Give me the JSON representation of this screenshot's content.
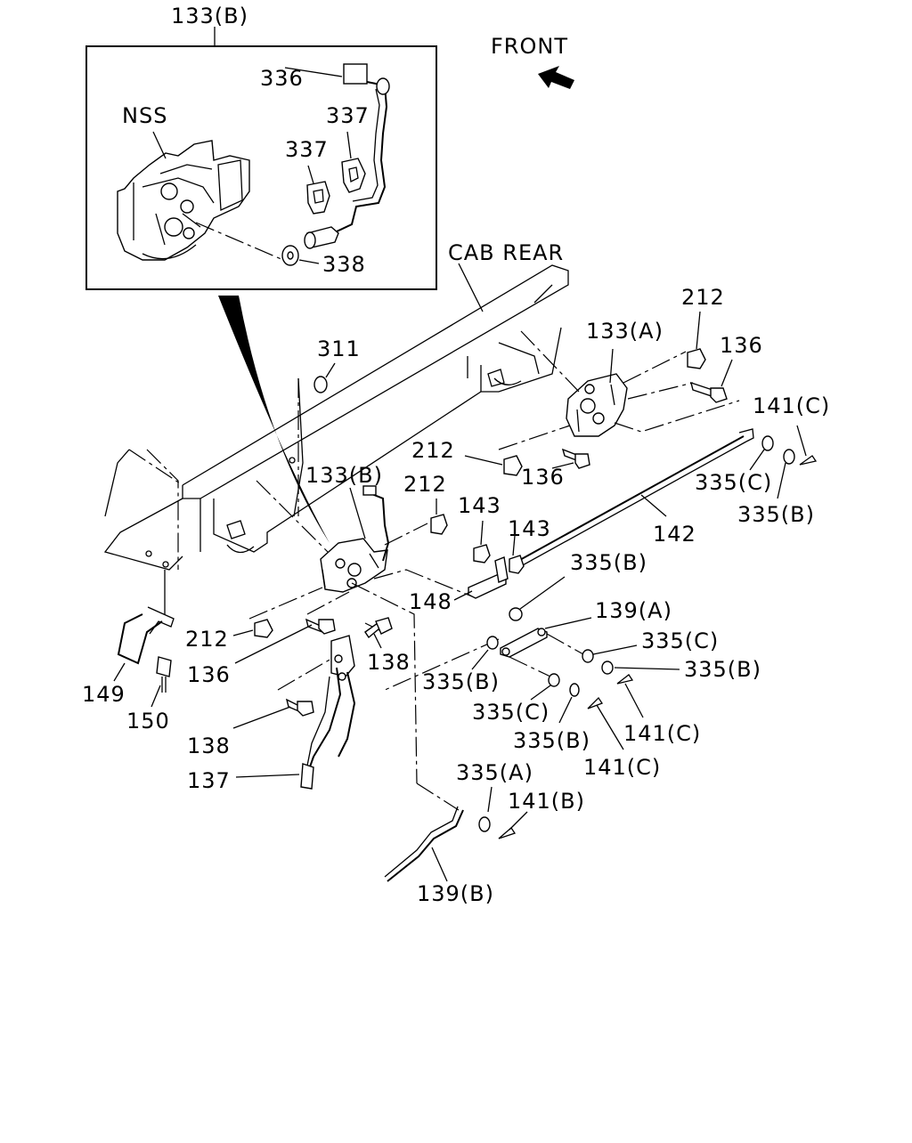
{
  "labels": {
    "inset_title": "133(B)",
    "front": "FRONT",
    "cab_rear": "CAB REAR",
    "nss": "NSS",
    "p336": "336",
    "p337a": "337",
    "p337b": "337",
    "p338": "338",
    "p212a": "212",
    "p136a": "136",
    "p133a": "133(A)",
    "p141c_a": "141(C)",
    "p311": "311",
    "p212b": "212",
    "p136b": "136",
    "p335c_a": "335(C)",
    "p335b_a": "335(B)",
    "p133b": "133(B)",
    "p212c": "212",
    "p143a": "143",
    "p143b": "143",
    "p142": "142",
    "p335b_b": "335(B)",
    "p148": "148",
    "p139a": "139(A)",
    "p335c_b": "335(C)",
    "p335b_c": "335(B)",
    "p212d": "212",
    "p138a": "138",
    "p136c": "136",
    "p335b_d": "335(B)",
    "p335c_c": "335(C)",
    "p149": "149",
    "p150": "150",
    "p335b_e": "335(B)",
    "p141c_b": "141(C)",
    "p141c_c": "141(C)",
    "p138b": "138",
    "p137": "137",
    "p335a": "335(A)",
    "p141b": "141(B)",
    "p139b": "139(B)"
  }
}
